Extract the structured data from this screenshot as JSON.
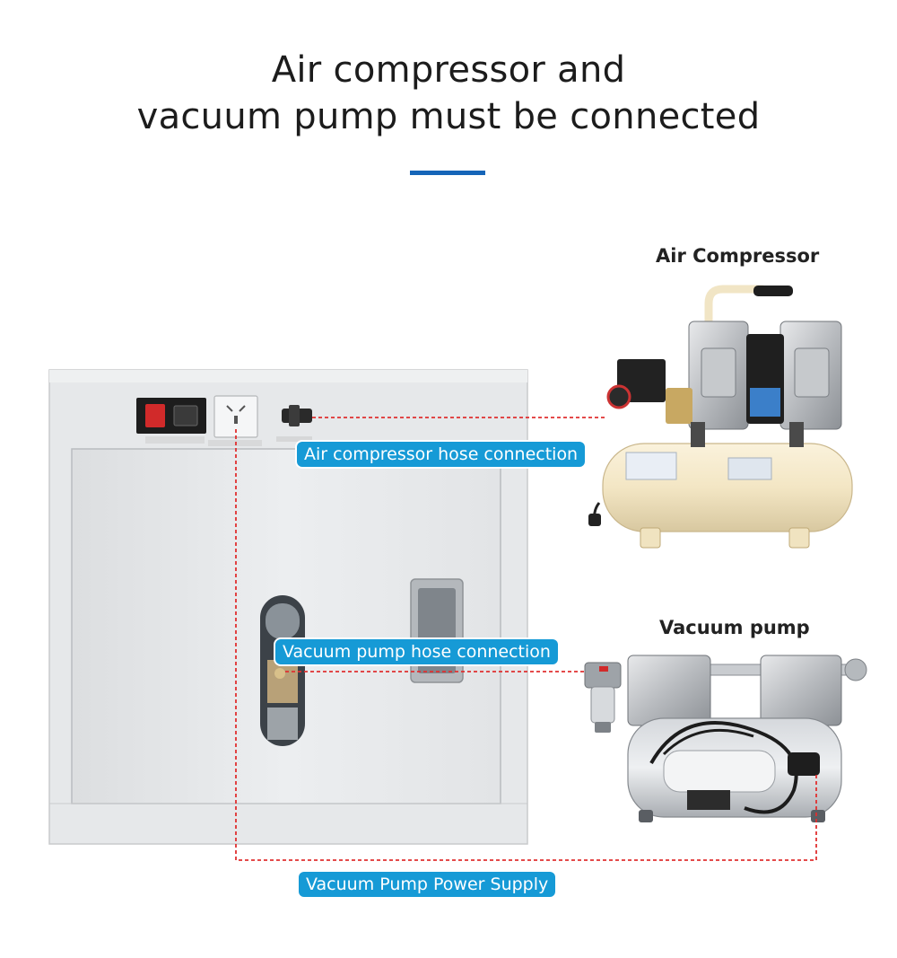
{
  "heading": {
    "line1": "Air compressor and",
    "line2": "vacuum pump must be connected"
  },
  "labels": {
    "air_compressor": "Air Compressor",
    "vacuum_pump": "Vacuum pump"
  },
  "callouts": {
    "air_hose": "Air compressor hose connection",
    "vacuum_hose": "Vacuum pump hose connection",
    "pump_power": "Vacuum Pump Power Supply"
  },
  "colors": {
    "accent_bar": "#1565b8",
    "callout_bg": "#169ad6",
    "connector_line": "#e03030"
  }
}
